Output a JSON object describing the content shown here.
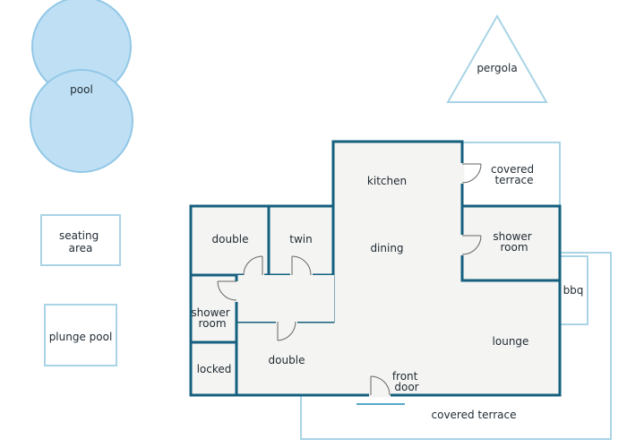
{
  "colors": {
    "wall": "#15607f",
    "floor": "#f4f4f2",
    "outdoor_outline": "#a9d4e6",
    "pool_fill": "#bfe0f4",
    "text": "#1f2a33"
  },
  "outdoor": {
    "pool": "pool",
    "pergola": "pergola",
    "seating_area": [
      "seating",
      "area"
    ],
    "plunge_pool": "plunge pool",
    "covered_terrace_right": [
      "covered",
      "terrace"
    ],
    "bbq": "bbq",
    "covered_terrace_bottom": "covered terrace"
  },
  "rooms": {
    "kitchen": "kitchen",
    "dining": "dining",
    "lounge": "lounge",
    "double_top": "double",
    "twin": "twin",
    "shower_room_left": [
      "shower",
      "room"
    ],
    "shower_room_right": [
      "shower",
      "room"
    ],
    "locked": "locked",
    "double_bottom": "double",
    "front_door": [
      "front",
      "door"
    ]
  }
}
